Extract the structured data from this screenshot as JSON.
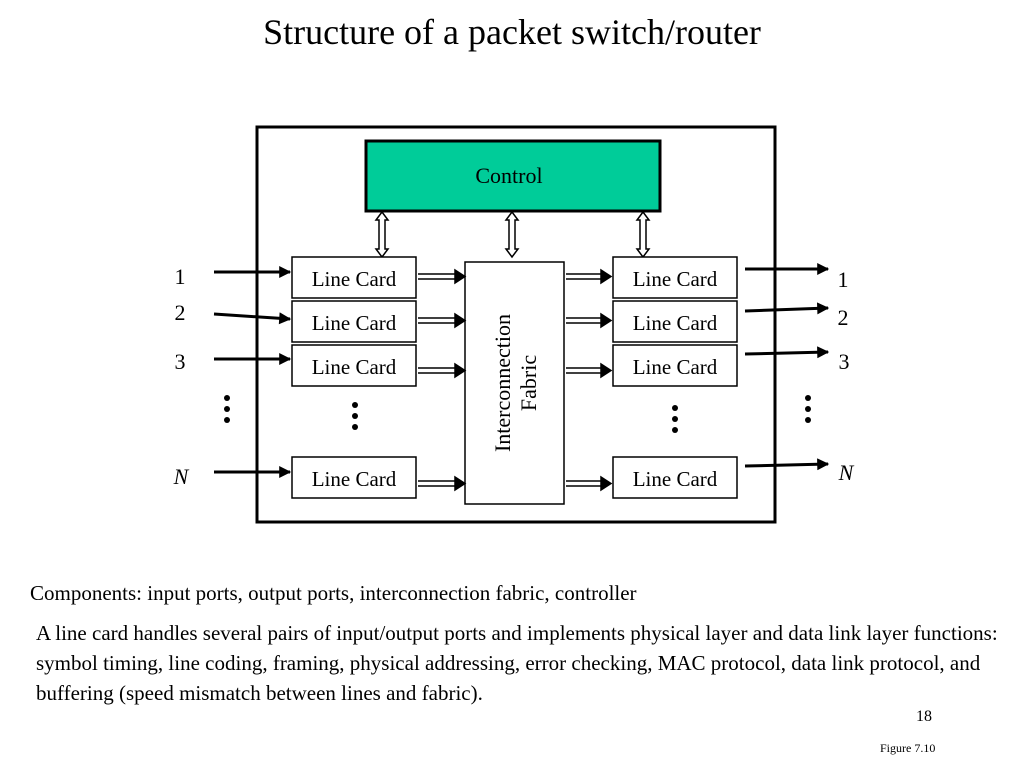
{
  "slide": {
    "title": "Structure of a packet switch/router",
    "page_number": "18",
    "figure_ref": "Figure 7.10"
  },
  "diagram": {
    "control_label": "Control",
    "fabric_label_line1": "Interconnection",
    "fabric_label_line2": "Fabric",
    "line_card_label": "Line Card",
    "input_ports": [
      "1",
      "2",
      "3",
      "N"
    ],
    "output_ports": [
      "1",
      "2",
      "3",
      "N"
    ],
    "colors": {
      "control_fill": "#00cc99",
      "stroke": "#000000",
      "background": "#ffffff"
    }
  },
  "text": {
    "components": "Components: input ports, output ports, interconnection fabric, controller",
    "line_card_description": "A line card handles several pairs of input/output ports and implements physical layer and data link layer functions: symbol timing, line coding, framing, physical addressing, error checking, MAC protocol, data link protocol, and buffering (speed mismatch between lines and fabric)."
  }
}
